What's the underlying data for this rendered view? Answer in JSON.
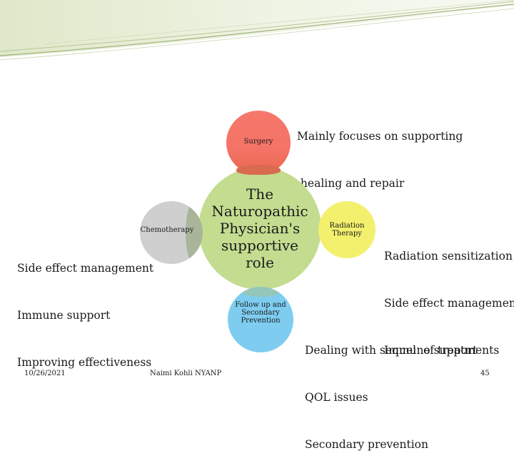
{
  "top_note": [
    "Mainly focuses on supporting",
    " healing and repair"
  ],
  "center": [
    "The",
    "Naturopathic",
    "Physician's",
    "supportive",
    "role"
  ],
  "nodes": {
    "surgery": "Surgery",
    "chemotherapy": "Chemotherapy",
    "radiation": [
      "Radiation",
      "Therapy"
    ],
    "followup": [
      "Follow up and",
      "Secondary",
      "Prevention"
    ]
  },
  "left_list": [
    "Side effect management",
    "Immune support",
    "Improving effectiveness"
  ],
  "right_list": [
    "Radiation sensitization",
    "Side effect management",
    "Immune support"
  ],
  "bottom_list": [
    "Dealing with sequel  of treatments",
    "QOL issues",
    "Secondary prevention"
  ],
  "footer": {
    "date": "10/26/2021",
    "author": "Naimi Kohli NYANP",
    "page": "45"
  },
  "colors": {
    "surgery": "#f6786b",
    "center": "#c3dc8f",
    "chemotherapy": "#cfcfcf",
    "radiation": "#f3f06e",
    "followup": "#7ecdf0"
  }
}
